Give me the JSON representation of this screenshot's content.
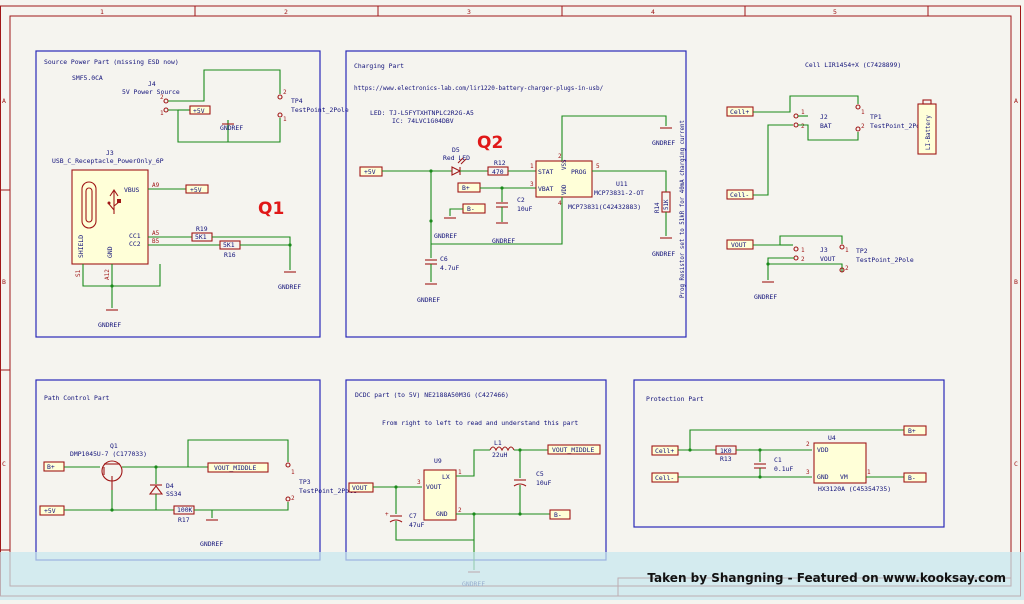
{
  "frame": {
    "columns": [
      "1",
      "2",
      "3",
      "4",
      "5"
    ],
    "rows": [
      "A",
      "B",
      "C"
    ]
  },
  "blocks": {
    "source": "Source Power Part (missing ESD now)",
    "charging": "Charging Part",
    "cell": "Cell LIR1454+X (C7428899)",
    "path": "Path Control Part",
    "dcdc": "DCDC part (to 5V) NE2188A50M3G (C427466)",
    "protection": "Protection Part"
  },
  "notes": {
    "dcdc_hint": "From right to left to read and understand this part",
    "url": "https://www.electronics-lab.com/lir1220-battery-charger-plugs-in-usb/",
    "led": "LED: TJ-L5FYTXHTNPLC2R2G-A5",
    "ic": "IC: 74LVC1G04DBV",
    "prog": "Prog Resistor set to 51kR for 40mA charging current",
    "smf": "SMF5.0CA"
  },
  "annotations": {
    "q1": "Q1",
    "q2": "Q2"
  },
  "components": {
    "j4": {
      "ref": "J4",
      "value": "5V Power Source"
    },
    "tp4": {
      "ref": "TP4",
      "value": "TestPoint_2Pole"
    },
    "j3usb": {
      "ref": "J3",
      "value": "USB_C_Receptacle_PowerOnly_6P"
    },
    "r19": {
      "ref": "R19",
      "value": "5K1"
    },
    "r16": {
      "ref": "R16",
      "value": "5K1"
    },
    "d5": {
      "ref": "D5",
      "value": "Red LED"
    },
    "r12": {
      "ref": "R12",
      "value": "470"
    },
    "c2": {
      "ref": "C2",
      "value": "10uF"
    },
    "c6": {
      "ref": "C6",
      "value": "4.7uF"
    },
    "u11": {
      "ref": "U11",
      "value": "MCP73831-2-OT",
      "lcsc": "MCP73831(C42432883)"
    },
    "r14": {
      "ref": "R14",
      "value": "51K"
    },
    "j2": {
      "ref": "J2",
      "value": "BAT"
    },
    "tp1": {
      "ref": "TP1",
      "value": "TestPoint_2Pole"
    },
    "batt": {
      "value": "LI-Battery"
    },
    "j3": {
      "ref": "J3",
      "value": "VOUT"
    },
    "tp2": {
      "ref": "TP2",
      "value": "TestPoint_2Pole"
    },
    "q1": {
      "ref": "Q1",
      "value": "DMP1045U-7 (C177033)"
    },
    "d4": {
      "ref": "D4",
      "value": "SS34"
    },
    "r17": {
      "ref": "R17",
      "value": "100K"
    },
    "tp3": {
      "ref": "TP3",
      "value": "TestPoint_2Pole"
    },
    "u9": {
      "ref": "U9"
    },
    "l1": {
      "ref": "L1",
      "value": "22uH"
    },
    "c5": {
      "ref": "C5",
      "value": "10uF"
    },
    "c7": {
      "ref": "C7",
      "value": "47uF"
    },
    "r13": {
      "ref": "R13",
      "value": "1K0"
    },
    "c1": {
      "ref": "C1",
      "value": "0.1uF"
    },
    "u4": {
      "ref": "U4",
      "value": "HX3120A (C45354735)"
    }
  },
  "pins": {
    "vbus": "VBUS",
    "cc1": "CC1",
    "cc2": "CC2",
    "shield": "SHIELD",
    "gnd": "GND",
    "a9": "A9",
    "a5": "A5",
    "b5": "B5",
    "a12": "A12",
    "s1": "S1",
    "stat": "STAT",
    "vss": "VSS",
    "prog": "PROG",
    "vbat": "VBAT",
    "vdd": "VDD",
    "vout": "VOUT",
    "lx": "LX",
    "gnd2": "GND",
    "vdd2": "VDD",
    "gnd3": "GND",
    "vm": "VM",
    "p1": "1",
    "p2": "2",
    "p3": "3",
    "p4": "4",
    "p5": "5"
  },
  "nets": {
    "p5v": "+5V",
    "bplus": "B+",
    "bminus": "B-",
    "gndref": "GNDREF",
    "vout": "VOUT",
    "vout_middle": "VOUT_MIDDLE",
    "cellplus": "Cell+",
    "cellminus": "Cell-"
  },
  "footer": {
    "credit": "Taken by Shangning - Featured on www.kooksay.com"
  }
}
